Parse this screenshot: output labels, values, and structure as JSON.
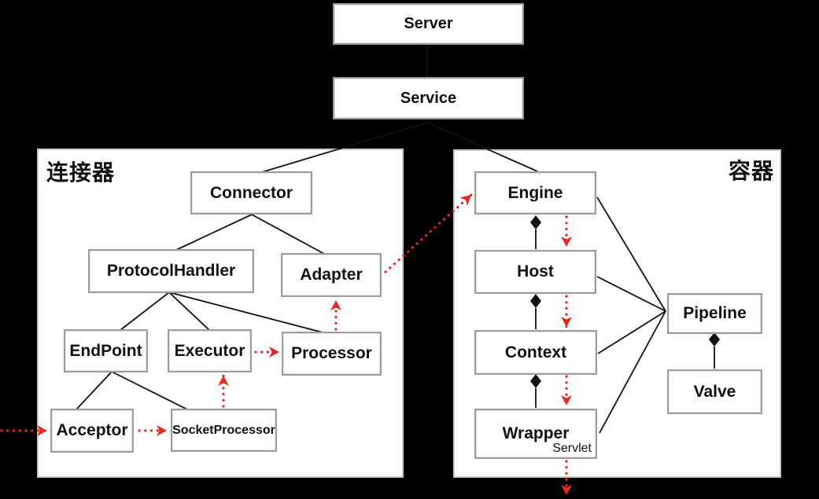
{
  "top": {
    "server": "Server",
    "service": "Service"
  },
  "panels": {
    "connector_section": {
      "label": "连接器"
    },
    "container_section": {
      "label": "容器"
    }
  },
  "nodes": {
    "connector": "Connector",
    "protocol_handler": "ProtocolHandler",
    "adapter": "Adapter",
    "endpoint": "EndPoint",
    "executor": "Executor",
    "processor": "Processor",
    "acceptor": "Acceptor",
    "socket_processor": "SocketProcessor",
    "engine": "Engine",
    "host": "Host",
    "context": "Context",
    "wrapper": "Wrapper",
    "servlet": "Servlet",
    "pipeline": "Pipeline",
    "valve": "Valve"
  },
  "colors": {
    "background": "#000000",
    "panel": "#ffffff",
    "box_border": "#9c9c9c",
    "line": "#111111",
    "flow_arrow": "#e8281e",
    "text": "#111111"
  }
}
